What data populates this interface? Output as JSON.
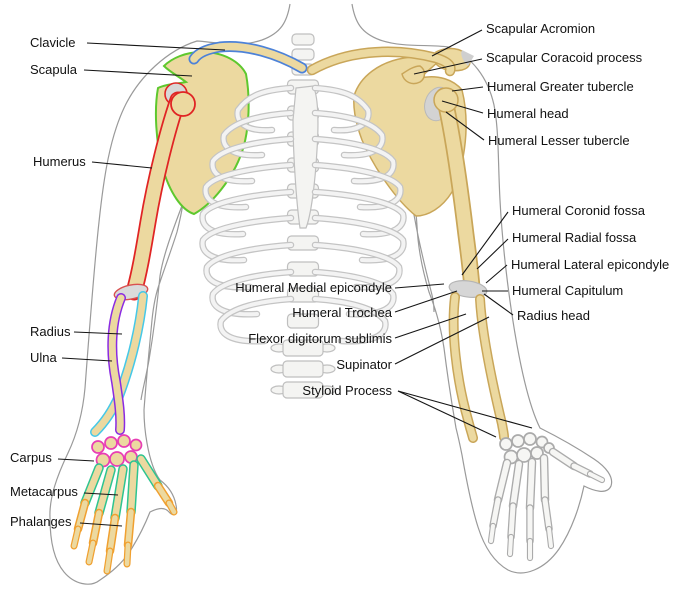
{
  "labels": {
    "left": [
      {
        "text": "Clavicle"
      },
      {
        "text": "Scapula"
      },
      {
        "text": "Humerus"
      },
      {
        "text": "Radius"
      },
      {
        "text": "Ulna"
      },
      {
        "text": "Carpus"
      },
      {
        "text": "Metacarpus"
      },
      {
        "text": "Phalanges"
      }
    ],
    "right": [
      {
        "text": "Scapular Acromion"
      },
      {
        "text": "Scapular Coracoid process"
      },
      {
        "text": "Humeral Greater tubercle"
      },
      {
        "text": "Humeral head"
      },
      {
        "text": "Humeral Lesser tubercle"
      },
      {
        "text": "Humeral Coronid fossa"
      },
      {
        "text": "Humeral Radial fossa"
      },
      {
        "text": "Humeral Lateral epicondyle"
      },
      {
        "text": "Humeral Capitulum"
      },
      {
        "text": "Radius head"
      }
    ],
    "center": [
      {
        "text": "Humeral Medial epicondyle"
      },
      {
        "text": "Humeral Trochea"
      },
      {
        "text": "Flexor digitorum sublimis"
      },
      {
        "text": "Supinator"
      },
      {
        "text": "Styloid Process"
      }
    ]
  },
  "colors": {
    "background": "#ffffff",
    "bone_fill": "#ecd9a0",
    "bone_shade": "#c9a659",
    "clavicle_outline": "#4d82d8",
    "scapula_outline": "#5ec82e",
    "humerus_outline": "#e02424",
    "radius_outline": "#8a2be2",
    "ulna_outline": "#45c8e8",
    "carpus_outline": "#e83eb4",
    "metacarpus_outline": "#2ec490",
    "phalanges_outline": "#f0a030",
    "cartilage_fill": "#d6d6d6",
    "skin_outline": "#9a9a9a",
    "rib_outline": "#c4c4c4",
    "label_text": "#111111"
  }
}
